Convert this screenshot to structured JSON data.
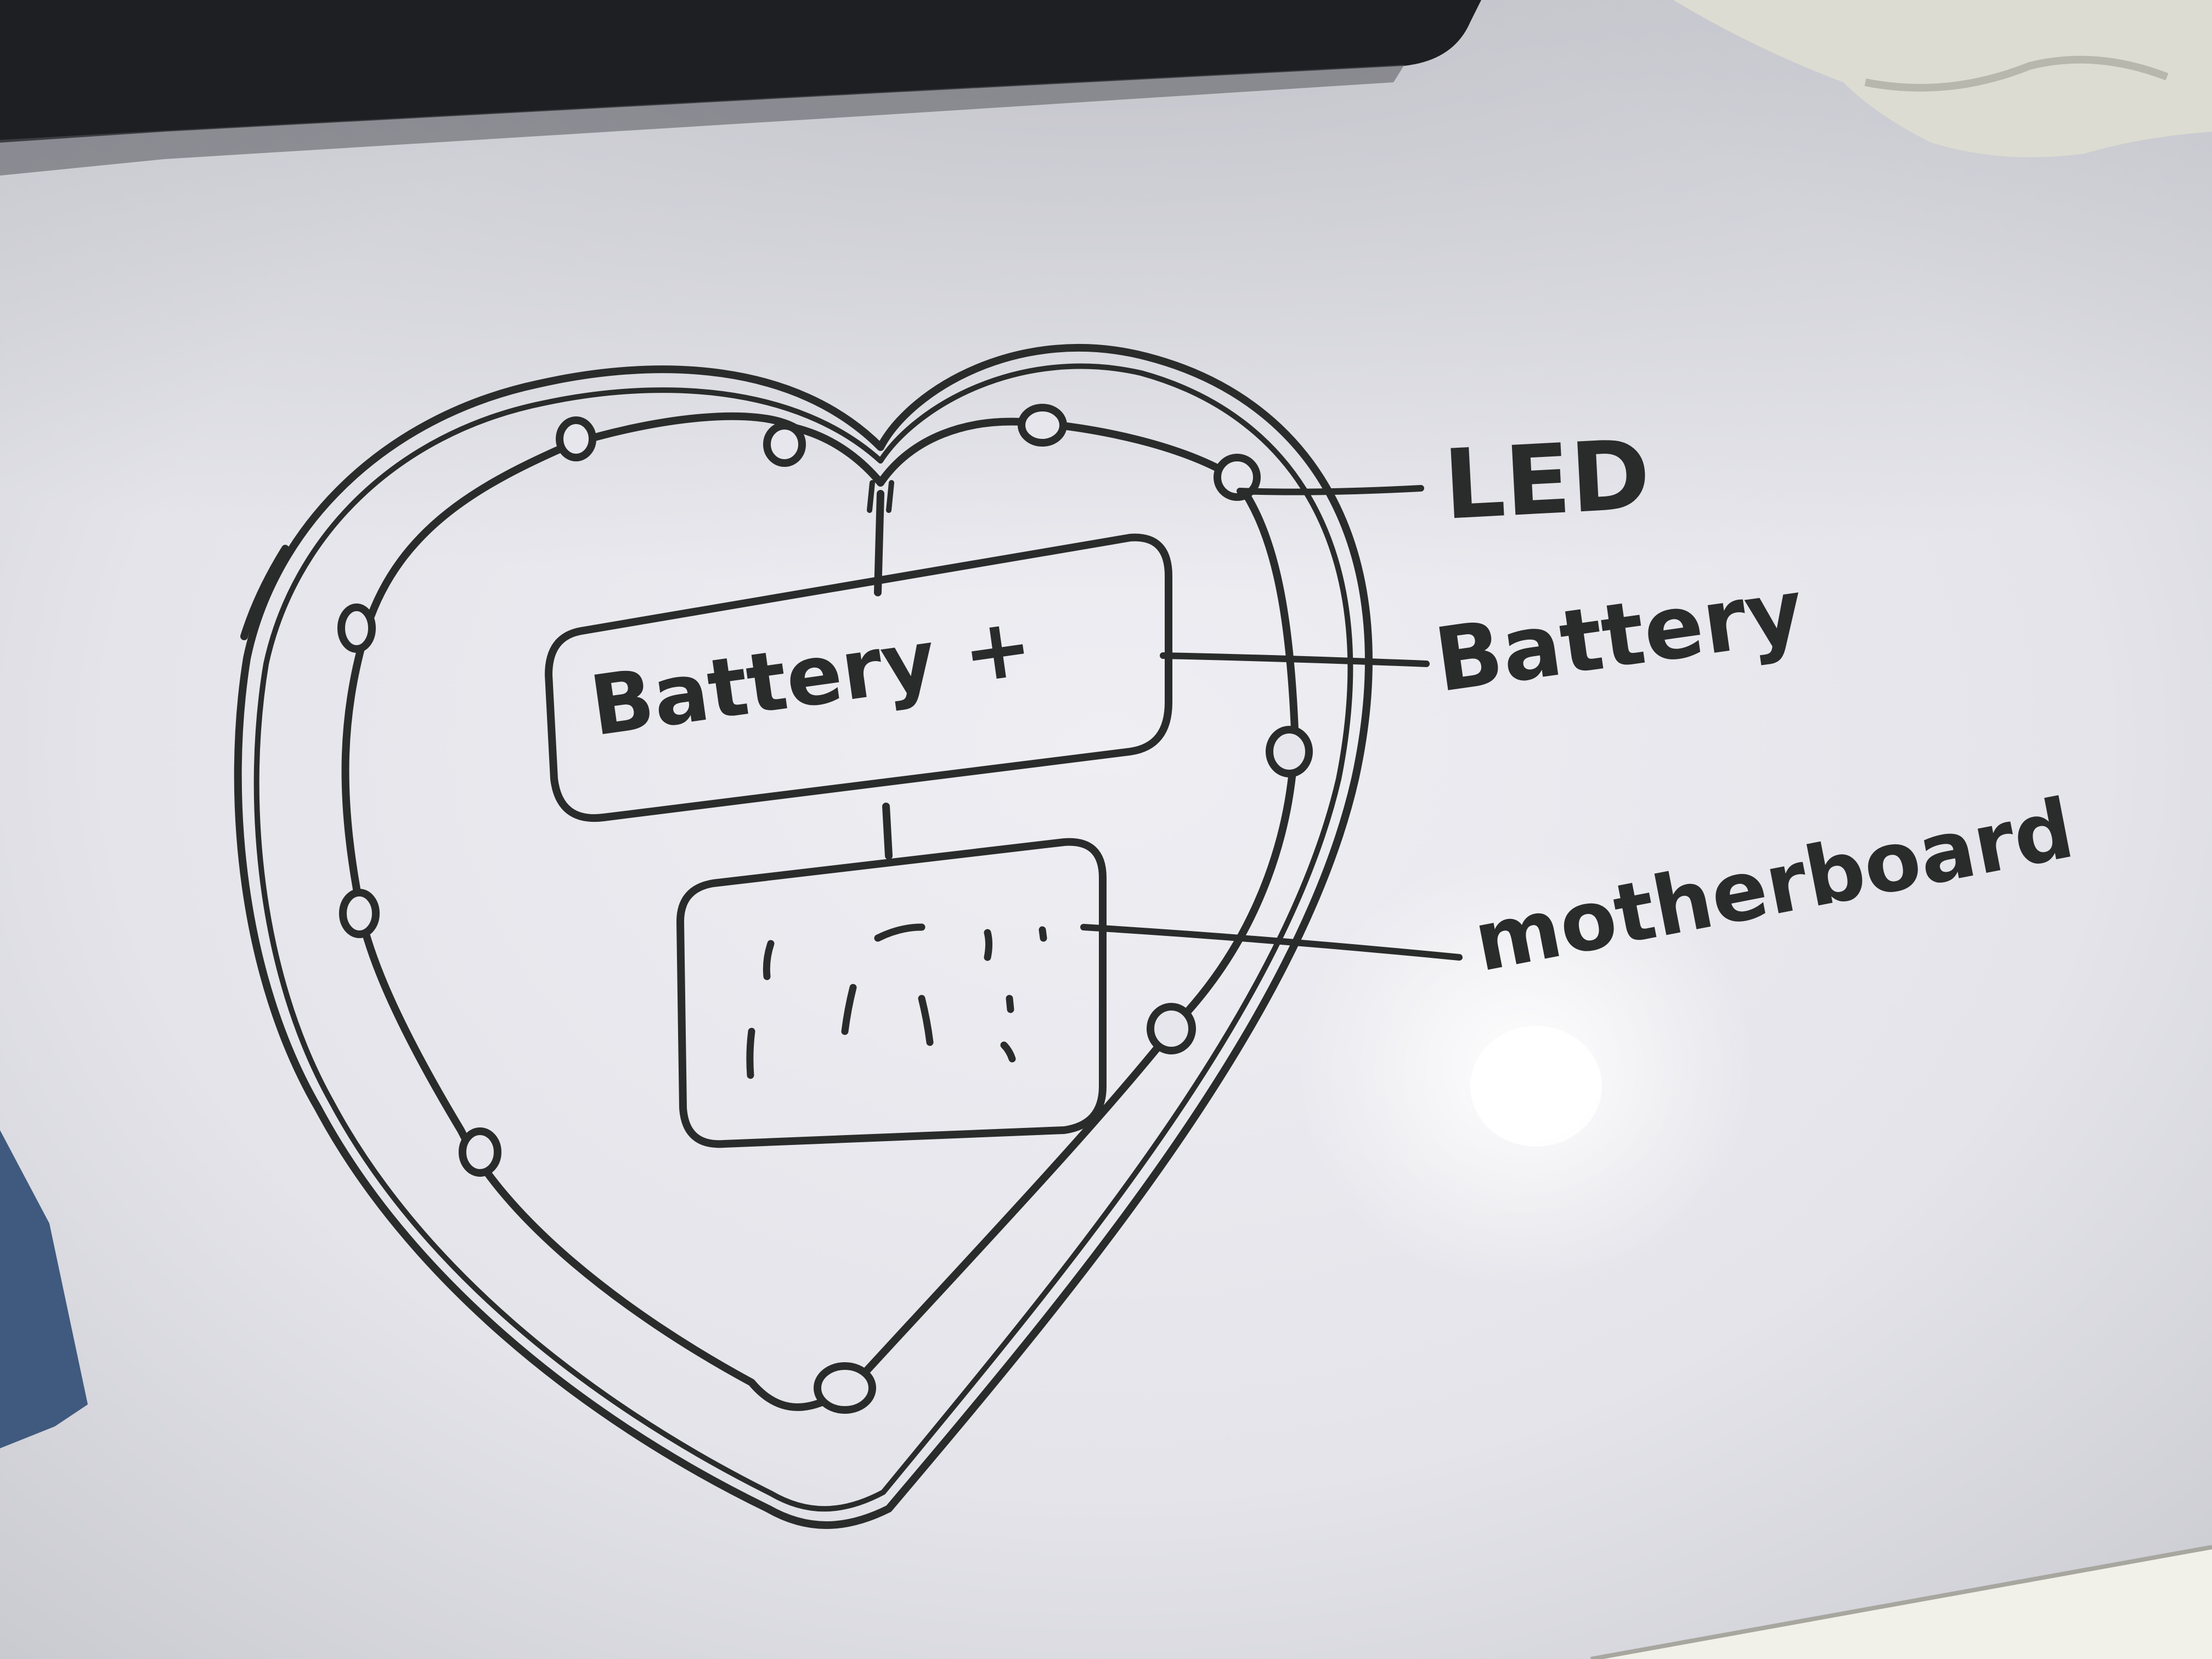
{
  "diagram": {
    "ink_color": "#2a2c2b",
    "board_color": "#e6e6ec",
    "center_box_text": "Battery +",
    "labels": {
      "led": "LED",
      "battery": "Battery",
      "motherboard": "motherboard"
    }
  }
}
